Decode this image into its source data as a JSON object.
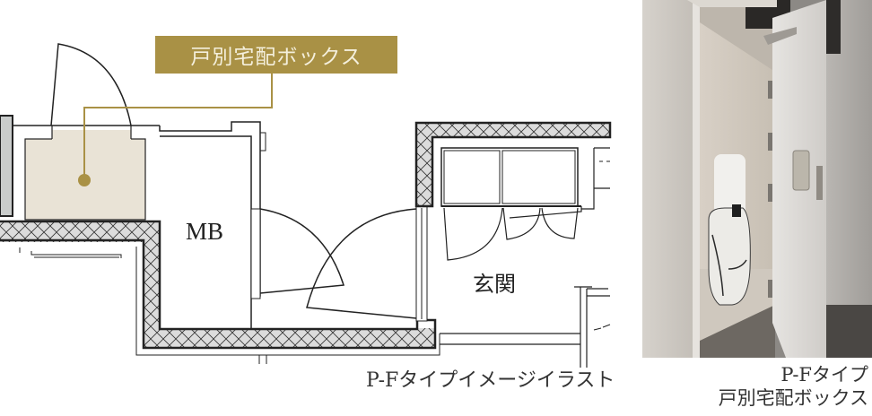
{
  "floor_plan": {
    "callout_label": "戸別宅配ボックス",
    "rooms": [
      {
        "id": "mb",
        "label": "MB"
      },
      {
        "id": "genkan",
        "label": "玄関"
      }
    ],
    "caption": "P-Fタイプイメージイラスト",
    "colors": {
      "callout_bg": "#a99145",
      "callout_text": "#f4efdc",
      "delivery_box_fill": "#e9e3d6",
      "wall_hatch": "#dcdcdc",
      "line": "#222222"
    }
  },
  "photo": {
    "subject": "delivery-box-open-door-with-golf-bag",
    "caption_line1": "P-Fタイプ",
    "caption_line2": "戸別宅配ボックス"
  }
}
